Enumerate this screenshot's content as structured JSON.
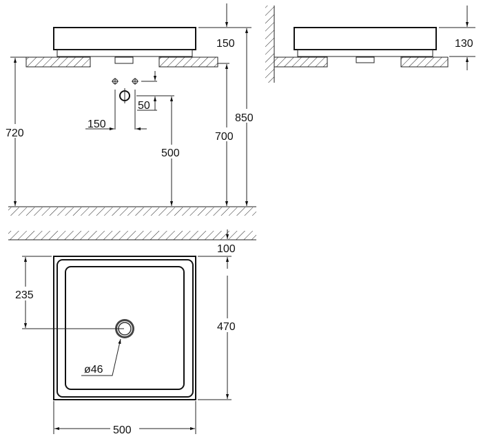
{
  "front_view": {
    "basin_height": "150",
    "counter_height": "720",
    "countertop_top": "700",
    "total_height": "850",
    "supply_spacing": "150",
    "supply_offset": "50",
    "drain_height": "500"
  },
  "side_view": {
    "basin_height": "130"
  },
  "top_view": {
    "wall_distance": "100",
    "drain_offset": "235",
    "depth": "470",
    "drain_diameter": "ø46",
    "width": "500"
  }
}
